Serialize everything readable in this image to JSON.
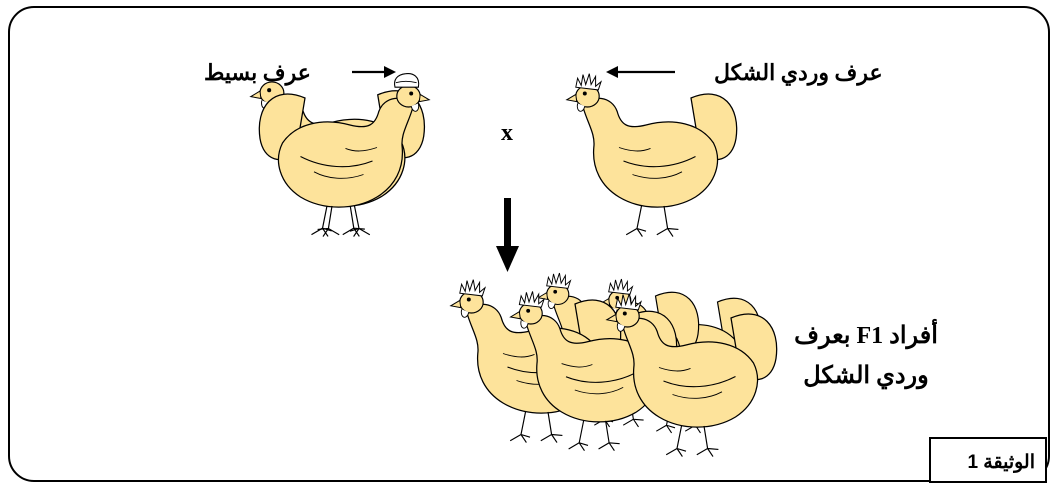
{
  "document": {
    "labels": {
      "simple_comb": "عرف بسيط",
      "rose_comb": "عرف وردي الشكل",
      "cross_symbol": "x",
      "f1_line1": "أفراد F1 بعرف",
      "f1_line2": "وردي الشكل"
    },
    "doc_number": "الوثيقة 1"
  },
  "colors": {
    "chicken_fill": "#fde39b",
    "outline": "#000000",
    "background": "#ffffff"
  },
  "icons": [
    "chicken-simple-comb-icon",
    "chicken-rose-comb-icon",
    "down-arrow-icon",
    "left-arrow-icon"
  ]
}
